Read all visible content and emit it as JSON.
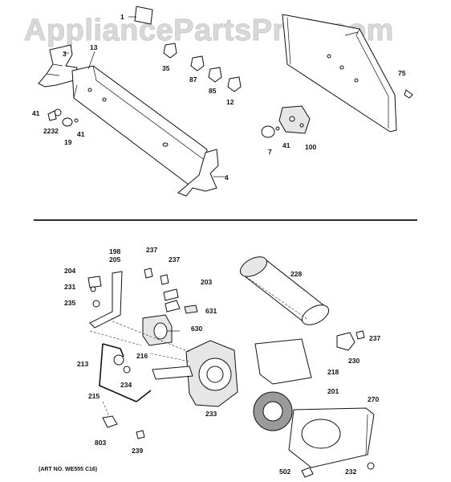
{
  "watermark": "AppliancePartsPros.com",
  "art_number": "(ART NO. WE555 C16)",
  "upper_labels": [
    "1",
    "3",
    "13",
    "35",
    "87",
    "85",
    "12",
    "41",
    "2232",
    "19",
    "41",
    "4",
    "75",
    "41",
    "7",
    "100"
  ],
  "lower_labels": [
    "198",
    "205",
    "204",
    "231",
    "235",
    "237",
    "237",
    "203",
    "631",
    "228",
    "630",
    "237",
    "230",
    "213",
    "216",
    "234",
    "215",
    "233",
    "218",
    "201",
    "270",
    "803",
    "239",
    "502",
    "232"
  ]
}
